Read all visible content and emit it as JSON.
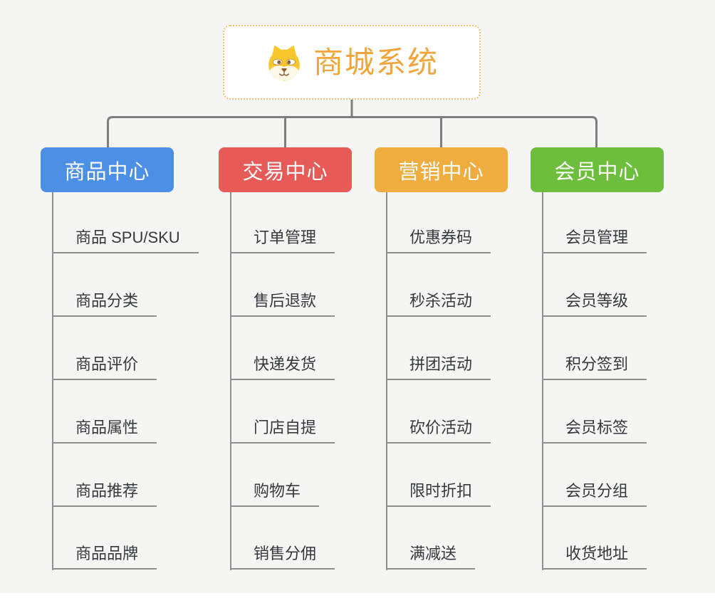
{
  "root": {
    "title": "商城系统",
    "icon": "shiba-dog-icon",
    "title_color": "#F0A63C",
    "border_color": "#F3BF72"
  },
  "branches": [
    {
      "id": "product-center",
      "label": "商品中心",
      "color": "#4B90E5",
      "children": [
        "商品 SPU/SKU",
        "商品分类",
        "商品评价",
        "商品属性",
        "商品推荐",
        "商品品牌"
      ]
    },
    {
      "id": "trade-center",
      "label": "交易中心",
      "color": "#E65B57",
      "children": [
        "订单管理",
        "售后退款",
        "快递发货",
        "门店自提",
        "购物车",
        "销售分佣"
      ]
    },
    {
      "id": "marketing-center",
      "label": "营销中心",
      "color": "#EFAD40",
      "children": [
        "优惠券码",
        "秒杀活动",
        "拼团活动",
        "砍价活动",
        "限时折扣",
        "满减送"
      ]
    },
    {
      "id": "member-center",
      "label": "会员中心",
      "color": "#6EBE3D",
      "children": [
        "会员管理",
        "会员等级",
        "积分签到",
        "会员标签",
        "会员分组",
        "收货地址"
      ]
    }
  ],
  "lines": {
    "connector_color": "#7E7E7E",
    "underline_color": "#8F8F8F"
  }
}
